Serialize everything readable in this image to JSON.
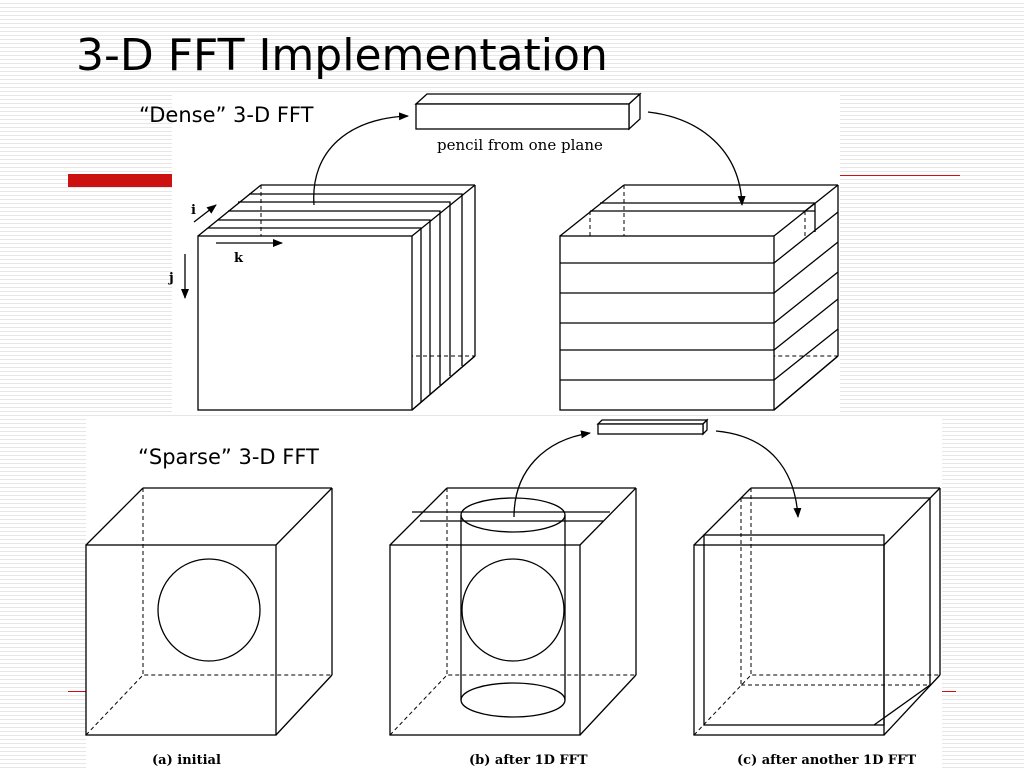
{
  "slide": {
    "title": "3-D FFT Implementation",
    "accent_color": "#cc1111"
  },
  "dense": {
    "label": "“Dense” 3-D FFT",
    "pencil_caption": "pencil from one plane",
    "axis_i": "i",
    "axis_j": "j",
    "axis_k": "k"
  },
  "sparse": {
    "label": "“Sparse” 3-D FFT",
    "caption_a": "(a) initial",
    "caption_b": "(b) after 1D FFT",
    "caption_c": "(c) after another 1D FFT"
  }
}
